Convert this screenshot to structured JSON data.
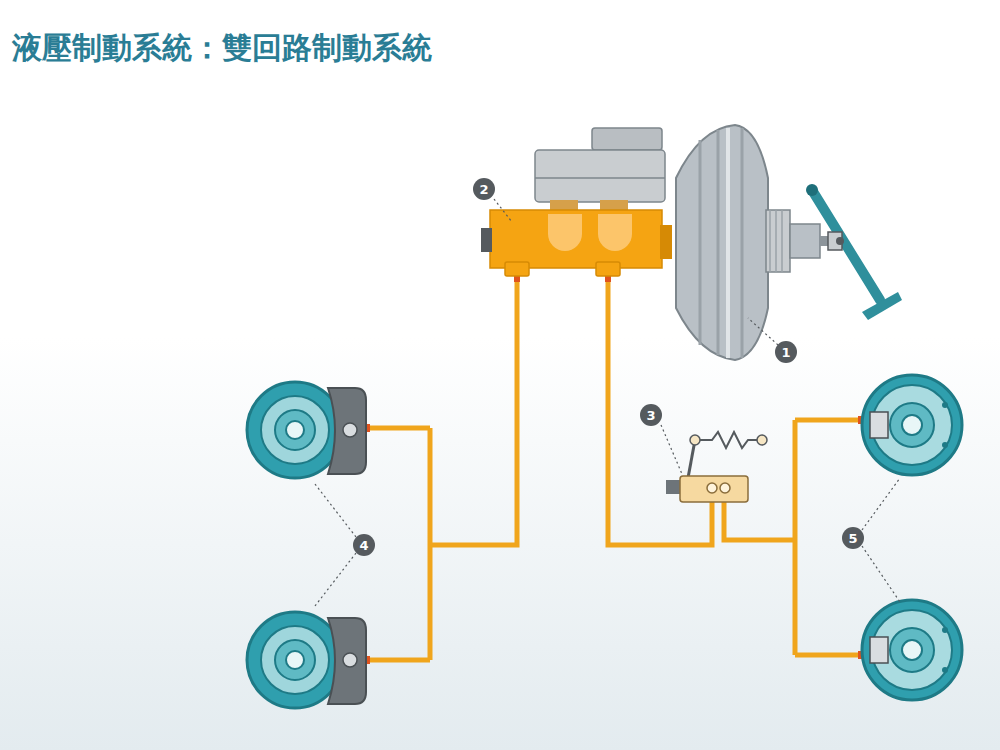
{
  "diagram": {
    "title": "液壓制動系統：雙回路制動系統",
    "labels": [
      "2",
      "1",
      "3",
      "4",
      "5"
    ]
  }
}
